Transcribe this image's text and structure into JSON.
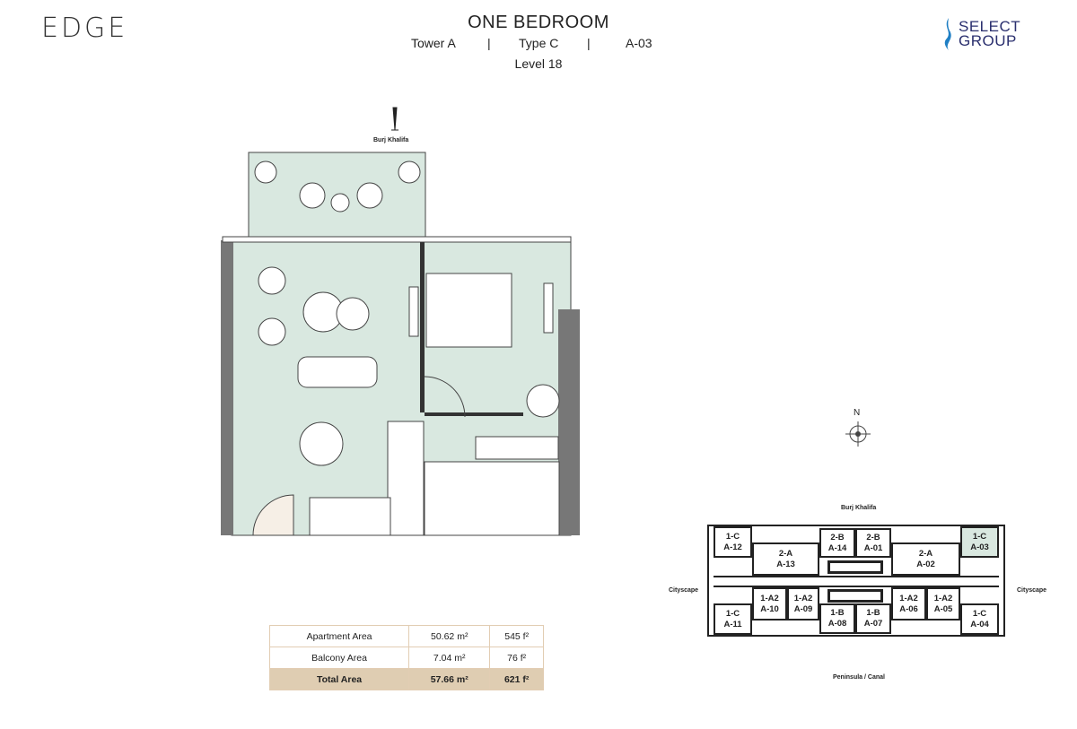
{
  "header": {
    "logo_left": "EDGE",
    "logo_right": [
      "SELECT",
      "GROUP"
    ],
    "title": "ONE BEDROOM",
    "tower": "Tower A",
    "sep": "|",
    "type": "Type C",
    "unit": "A-03",
    "level": "Level 18"
  },
  "plan": {
    "view_label": "Burj Khalifa"
  },
  "area_table": {
    "rows": [
      {
        "label": "Apartment Area",
        "sqm": "50.62 m²",
        "sqft": "545 f²"
      },
      {
        "label": "Balcony Area",
        "sqm": "7.04 m²",
        "sqft": "76 f²"
      },
      {
        "label": "Total Area",
        "sqm": "57.66 m²",
        "sqft": "621 f²"
      }
    ]
  },
  "key_plan": {
    "north": "N",
    "top_view": "Burj Khalifa",
    "left_view": "Cityscape",
    "right_view": "Cityscape",
    "bottom_view": "Peninsula / Canal",
    "units": [
      {
        "type": "1-C",
        "id": "A-12"
      },
      {
        "type": "2-A",
        "id": "A-13"
      },
      {
        "type": "2-B",
        "id": "A-14"
      },
      {
        "type": "2-B",
        "id": "A-01"
      },
      {
        "type": "2-A",
        "id": "A-02"
      },
      {
        "type": "1-C",
        "id": "A-03"
      },
      {
        "type": "1-C",
        "id": "A-11"
      },
      {
        "type": "1-A2",
        "id": "A-10"
      },
      {
        "type": "1-A2",
        "id": "A-09"
      },
      {
        "type": "1-B",
        "id": "A-08"
      },
      {
        "type": "1-B",
        "id": "A-07"
      },
      {
        "type": "1-A2",
        "id": "A-06"
      },
      {
        "type": "1-A2",
        "id": "A-05"
      },
      {
        "type": "1-C",
        "id": "A-04"
      }
    ],
    "selected_color": "#d9e8e0"
  }
}
